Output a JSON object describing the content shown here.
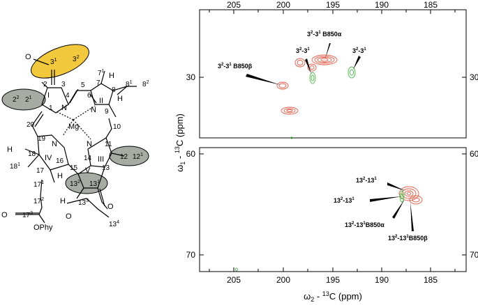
{
  "panels": {
    "x_ticks": [
      "205",
      "200",
      "195",
      "190",
      "185"
    ],
    "top_y_ticks": [
      "30"
    ],
    "bottom_y_ticks": [
      "60",
      "70"
    ],
    "xlabel": {
      "main": "ω",
      "sub": "2",
      "mid": " - ",
      "sup": "13",
      "rest": "C (ppm)"
    },
    "ylabel": {
      "main": "ω",
      "sub": "1",
      "mid": " - ",
      "sup": "13",
      "rest": "C (ppm)"
    }
  },
  "annotations": {
    "a1": {
      "a": "3",
      "as": "2",
      "b": "-3",
      "bs": "1",
      "c": " B850α"
    },
    "a2": {
      "a": "3",
      "as": "2",
      "b": "-3",
      "bs": "1"
    },
    "a3": {
      "a": "3",
      "as": "2",
      "b": "-3",
      "bs": "1"
    },
    "a4": {
      "a": "3",
      "as": "2",
      "b": "-3",
      "bs": "1",
      "c": " B850β"
    },
    "b1": {
      "a": "13",
      "as": "2",
      "b": "-13",
      "bs": "1"
    },
    "b2": {
      "a": "13",
      "as": "2",
      "b": "-13",
      "bs": "1"
    },
    "b3": {
      "a": "13",
      "as": "2",
      "b": "-13",
      "bs": "1",
      "c": "B850α"
    },
    "b4": {
      "a": "13",
      "as": "2",
      "b": "-13",
      "bs": "1",
      "c": "B850β"
    }
  },
  "structure": {
    "roman": [
      "I",
      "II",
      "III",
      "IV",
      "V"
    ],
    "mg": "Mg",
    "n": "N",
    "o": "O",
    "h": "H",
    "phy": "OPhy",
    "numbers": [
      "1",
      "2",
      "3",
      "4",
      "5",
      "6",
      "7",
      "8",
      "9",
      "10",
      "11",
      "12",
      "13",
      "14",
      "15",
      "16",
      "17",
      "18",
      "19",
      "20"
    ],
    "labels": {
      "l31": "3",
      "l31s": "1",
      "l32": "3",
      "l32s": "2",
      "l21": "2",
      "l21s": "1",
      "l22": "2",
      "l22s": "2",
      "l71": "7",
      "l71s": "1",
      "l81": "8",
      "l81s": "1",
      "l82": "8",
      "l82s": "2",
      "l121": "12",
      "l121s": "1",
      "l12": "12",
      "l131": "13",
      "l131s": "1",
      "l132": "13",
      "l132s": "2",
      "l133": "13",
      "l133s": "3",
      "l134": "13",
      "l134s": "4",
      "l171": "17",
      "l171s": "1",
      "l172": "17",
      "l172s": "2",
      "l173": "17",
      "l173s": "3",
      "l181": "18",
      "l181s": "1"
    }
  },
  "colors": {
    "yellow": "#f2c93c",
    "gray": "#a6aca4",
    "red_contour": "#e05a45",
    "green_contour": "#4bb84a"
  }
}
